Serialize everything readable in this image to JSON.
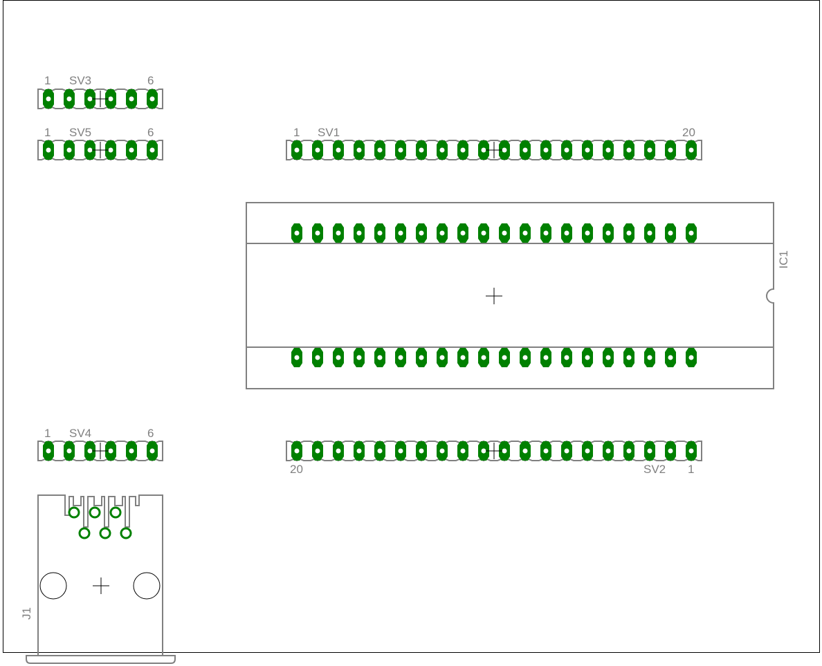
{
  "colors": {
    "pad": "#008000",
    "silk": "#808080",
    "outline": "#000000"
  },
  "components": {
    "sv3": {
      "name": "SV3",
      "first": "1",
      "last": "6",
      "pins": 6
    },
    "sv5": {
      "name": "SV5",
      "first": "1",
      "last": "6",
      "pins": 6
    },
    "sv4": {
      "name": "SV4",
      "first": "1",
      "last": "6",
      "pins": 6
    },
    "sv1": {
      "name": "SV1",
      "first": "1",
      "last": "20",
      "pins": 20
    },
    "sv2": {
      "name": "SV2",
      "first": "20",
      "last": "1",
      "pins": 20
    },
    "ic1": {
      "name": "IC1",
      "pins_per_row": 20
    },
    "j1": {
      "name": "J1"
    }
  }
}
